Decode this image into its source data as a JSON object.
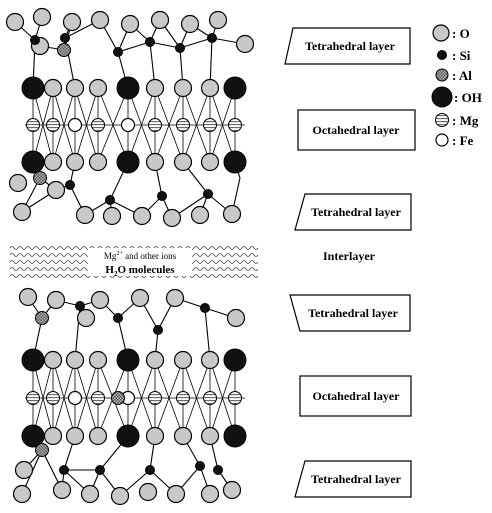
{
  "legend": {
    "items": [
      {
        "symbol": "O",
        "label": ": O",
        "fill": "#c8c8c8"
      },
      {
        "symbol": "Si",
        "label": ": Si",
        "fill": "#111111"
      },
      {
        "symbol": "Al",
        "label": ": Al",
        "fill": "#8a8a8a"
      },
      {
        "symbol": "OH",
        "label": ": OH",
        "fill": "#111111"
      },
      {
        "symbol": "Mg",
        "label": ": Mg",
        "fill": "#ffffff"
      },
      {
        "symbol": "Fe",
        "label": ": Fe",
        "fill": "#ffffff"
      }
    ]
  },
  "labels": {
    "tetra_top": "Tetrahedral layer",
    "octa_top": "Octahedral layer",
    "tetra_mid_upper": "Tetrahedral layer",
    "interlayer": "Interlayer",
    "tetra_mid_lower": "Tetrahedral layer",
    "octa_bottom": "Octahedral layer",
    "tetra_bottom": "Tetrahedral layer"
  },
  "interlayer_box": {
    "line1_prefix": "Mg",
    "line1_sup": "2+",
    "line1_suffix": " and other ions",
    "line2_prefix": "H",
    "line2_sub": "2",
    "line2_suffix": "O molecules"
  },
  "colors": {
    "oxygen": "#c8c8c8",
    "silicon": "#111111",
    "aluminum": "#8a8a8a",
    "hydroxyl": "#111111",
    "magnesium": "#ffffff",
    "iron": "#ffffff"
  }
}
